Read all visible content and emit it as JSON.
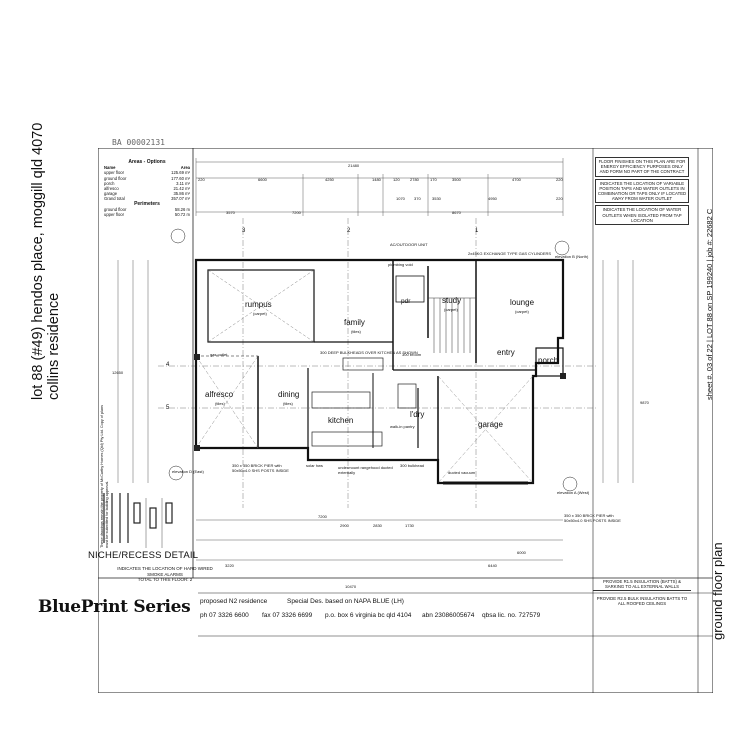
{
  "doc_ref": "BA 00002131",
  "areas": {
    "title": "Areas - Options",
    "col_name": "Name",
    "col_area": "Area",
    "rows": [
      {
        "name": "upper floor",
        "area": "125.69 m²"
      },
      {
        "name": "ground floor",
        "area": "177.60 m²"
      },
      {
        "name": "porch",
        "area": "3.11 m²"
      },
      {
        "name": "alfresco",
        "area": "21.42 m²"
      },
      {
        "name": "garage",
        "area": "35.86 m²"
      },
      {
        "name": "Grand total",
        "area": "357.07 m²"
      }
    ],
    "perimeters_title": "Perimeters",
    "perimeters": [
      {
        "name": "ground floor",
        "value": "58.26 m"
      },
      {
        "name": "upper floor",
        "value": "50.72 m"
      }
    ]
  },
  "title": {
    "line1": "lot 88 (#49) hendos place, moggill qld 4070",
    "line2": "collins residence"
  },
  "sheet_id": "sheet #. 03 of 22 | LOT 88 on SP 199240 | job #: 22682 C",
  "notes": [
    "FLOOR FINISHES ON THIS PLAN ARE FOR ENERGY EFFICIENCY PURPOSES ONLY AND FORM NO PART OF THE CONTRACT",
    "INDICATES THE LOCATION OF VARIABLE POSITION TAPS AND WATER OUTLETS IN COMBINATION OR TAPS ONLY IF LOCATED AWAY FROM WATER OUTLET",
    "INDICATES THE LOCATION OF WATER OUTLETS WHEN ISOLATED FROM TAP LOCATION"
  ],
  "dims": {
    "overall": "21480",
    "top_row": [
      "220",
      "6600",
      "4250",
      "1480",
      "120",
      "2780",
      "170",
      "3500",
      "4700",
      "220"
    ],
    "second_row": [
      "3570",
      "7200",
      "8670",
      "1070",
      "370",
      "3530",
      "4950",
      "220"
    ],
    "bottom_row1": [
      "220",
      "7200",
      "220",
      "6000",
      "220"
    ],
    "bottom_row2": [
      "3220",
      "70",
      "2900",
      "70",
      "2830",
      "70",
      "1730",
      "220",
      "6440",
      "3220"
    ],
    "bottom_overall": "10470",
    "left_overall": "12650",
    "right_overall": "9870"
  },
  "plan": {
    "rooms": {
      "rumpus": "rumpus",
      "family": "family",
      "study": "study",
      "lounge": "lounge",
      "entry": "entry",
      "porch": "porch",
      "alfresco": "alfresco",
      "dining": "dining",
      "kitchen": "kitchen",
      "garage": "garage",
      "pdr": "pdr",
      "ldry": "l'dry",
      "walk_in_pantry": "walk-in pantry"
    },
    "finishes": {
      "carpet": "(carpet)",
      "tiles": "(tiles)"
    },
    "notes": {
      "ac_unit": "AC/OUTDOOR UNIT",
      "gas_cyl": "2x45KG EXCHANGE TYPE GAS CYLINDERS",
      "bulkheads": "300 DEEP BULKHEADS OVER KITCHEN AS SHOWN",
      "broom": "300 broom",
      "plumbing_void": "plumbing void",
      "brick_pier_left": "350 x 350 BRICK PIER with 50x50x4.0 SHS POSTS INSIDE",
      "brick_pier_right": "350 x 350 BRICK PIER with 50x50x4.0 SHS POSTS INSIDE",
      "gas_outlet": "gas outlet",
      "ducted_vacuum": "ducted vacuum",
      "rangehood": "undermount rangehood ducted externally",
      "solar": "solar hws",
      "bulkhead": "300 bulkhead"
    },
    "elevations": {
      "north": "elevation B (North)",
      "east": "elevation D (East)",
      "west": "elevation A (West)"
    },
    "grid_top": [
      "3",
      "2",
      "1"
    ],
    "grid_side": [
      "4",
      "5"
    ]
  },
  "niche": {
    "title": "NICHE/RECESS DETAIL",
    "legend1": "INDICATES THE LOCATION OF HARD WIRED SMOKE ALARMS",
    "legend2": "TOTAL TO THIS FLOOR: 2"
  },
  "brand": "BluePrint Series",
  "footer": {
    "proposed": "proposed N2 residence",
    "design": "Special Des. based on NAPA BLUE (LH)",
    "phone": "ph 07 3326 6600",
    "fax": "fax 07 3326 6699",
    "po": "p.o. box 6 virginia bc qld 4104",
    "abn": "abn 23086005674",
    "qbsa": "qbsa lic. no. 727579"
  },
  "insulation": {
    "r15": "PROVIDE R1.5 INSULATION (BATTS) & SARKING TO ALL EXTERNAL WALLS",
    "r25": "PROVIDE R2.5 BULK INSULATION BATTS TO ALL ROOFED CEILINGS"
  },
  "side_note": "These drawings remain the property of McCarthy Homes (Qld) Pty Ltd. Copy of plans must be submitted for building approval.",
  "plan_title": "ground floor plan"
}
